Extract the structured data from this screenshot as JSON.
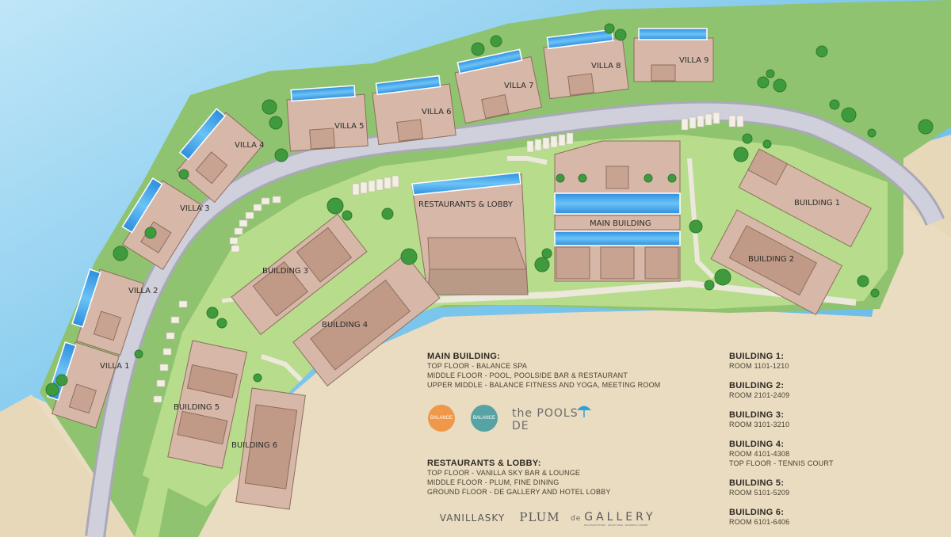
{
  "colors": {
    "sea": "#6ec0e8",
    "grass": "#8fc36f",
    "light_grass": "#bde18f",
    "sand": "#e8dbbf",
    "road": "#c9c9d6",
    "roof": "#d7b8a8",
    "roof_dark": "#b99a86",
    "pool": "#4aa9e8",
    "tree": "#3c9a3a"
  },
  "labels": {
    "villa_1": "VILLA 1",
    "villa_2": "VILLA 2",
    "villa_3": "VILLA 3",
    "villa_4": "VILLA 4",
    "villa_5": "VILLA 5",
    "villa_6": "VILLA 6",
    "villa_7": "VILLA 7",
    "villa_8": "VILLA 8",
    "villa_9": "VILLA 9",
    "restaurants_lobby": "RESTAURANTS & LOBBY",
    "main_building": "MAIN BUILDING",
    "building_1": "BUILDING 1",
    "building_2": "BUILDING 2",
    "building_3": "BUILDING 3",
    "building_4": "BUILDING 4",
    "building_5": "BUILDING 5",
    "building_6": "BUILDING 6"
  },
  "main_building_info": {
    "title": "MAIN BUILDING:",
    "lines": [
      "TOP FLOOR - BALANCE SPA",
      "MIDDLE FLOOR - POOL, POOLSIDE BAR & RESTAURANT",
      "UPPER MIDDLE - BALANCE FITNESS AND YOGA, MEETING ROOM"
    ]
  },
  "restaurants_info": {
    "title": "RESTAURANTS & LOBBY:",
    "lines": [
      "TOP FLOOR - VANILLA SKY BAR & LOUNGE",
      "MIDDLE FLOOR - PLUM, FINE DINING",
      "GROUND FLOOR - DE GALLERY AND HOTEL LOBBY"
    ]
  },
  "buildings_info": [
    {
      "title": "BUILDING 1:",
      "lines": [
        "ROOM 1101-1210"
      ]
    },
    {
      "title": "BUILDING 2:",
      "lines": [
        "ROOM 2101-2409"
      ]
    },
    {
      "title": "BUILDING 3:",
      "lines": [
        "ROOM 3101-3210"
      ]
    },
    {
      "title": "BUILDING 4:",
      "lines": [
        "ROOM 4101-4308",
        "TOP FLOOR - TENNIS COURT"
      ]
    },
    {
      "title": "BUILDING 5:",
      "lines": [
        "ROOM 5101-5209"
      ]
    },
    {
      "title": "BUILDING 6:",
      "lines": [
        "ROOM 6101-6406"
      ]
    }
  ],
  "logos": {
    "balance_spa": "BALANCE",
    "balance_fitness": "BALANCE",
    "poolside": "the POOLS DE",
    "vanilla_sky": "VANILLASKY",
    "plum": "PLUM",
    "de_gallery_prefix": "de",
    "de_gallery": "GALLERY",
    "de_gallery_sub": "BOUTIQUE STORE · GELATO BAR · BUSINESS CORNER"
  }
}
